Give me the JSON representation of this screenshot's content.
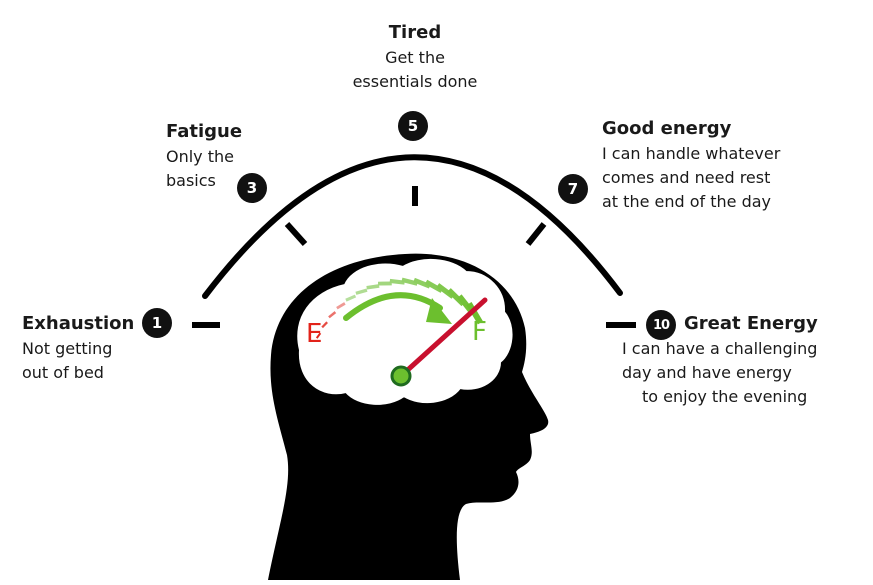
{
  "levels": [
    {
      "number": "1",
      "title": "Exhaustion",
      "lines": [
        "Not getting",
        "out of bed"
      ]
    },
    {
      "number": "3",
      "title": "Fatigue",
      "lines": [
        "Only the",
        "basics"
      ]
    },
    {
      "number": "5",
      "title": "Tired",
      "lines": [
        "Get the",
        "essentials done"
      ]
    },
    {
      "number": "7",
      "title": "Good energy",
      "lines": [
        "I can handle whatever",
        "comes and need rest",
        "at the end of the day"
      ]
    },
    {
      "number": "10",
      "title": "Great Energy",
      "lines": [
        "I can have a challenging",
        "day and have energy",
        "to enjoy the evening"
      ]
    }
  ],
  "gauge": {
    "empty_label": "E",
    "full_label": "F",
    "empty_color": "#e2231a",
    "full_color": "#6cbf2e",
    "needle_color": "#c8102e"
  },
  "icons": {
    "head": "head-silhouette-icon",
    "arrow": "curved-arrow-icon"
  }
}
